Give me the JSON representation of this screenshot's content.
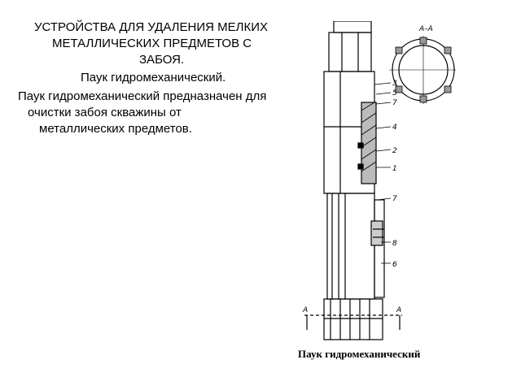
{
  "slide": {
    "title_line1": "УСТРОЙСТВА ДЛЯ УДАЛЕНИЯ МЕЛКИХ",
    "title_line2": "МЕТАЛЛИЧЕСКИХ ПРЕДМЕТОВ С",
    "title_line3": "ЗАБОЯ.",
    "subtitle": "Паук гидромеханический.",
    "body_line1": "Паук гидромеханический предназначен для",
    "body_line2": "очистки забоя скважины от",
    "body_line3": "металлических предметов."
  },
  "figure": {
    "section_label": "А–А",
    "cut_label_left": "А",
    "cut_label_right": "А",
    "part_labels": [
      "3",
      "5",
      "7",
      "4",
      "2",
      "1",
      "7",
      "8",
      "6"
    ],
    "caption": "Паук  гидромеханический"
  }
}
